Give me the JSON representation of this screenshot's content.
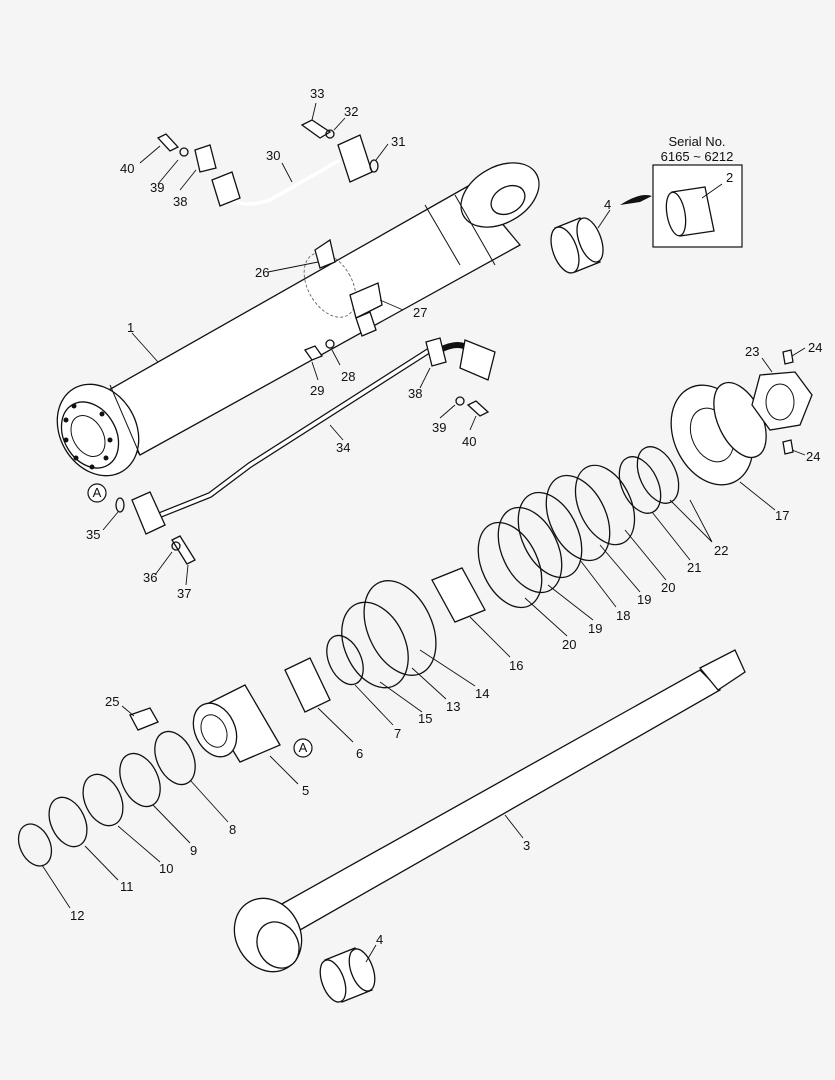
{
  "callouts": {
    "c1": "1",
    "c2": "2",
    "c3": "3",
    "c4a": "4",
    "c4b": "4",
    "c5": "5",
    "c6": "6",
    "c7": "7",
    "c8": "8",
    "c9": "9",
    "c10": "10",
    "c11": "11",
    "c12": "12",
    "c13": "13",
    "c14": "14",
    "c15": "15",
    "c16": "16",
    "c17": "17",
    "c18": "18",
    "c19a": "19",
    "c19b": "19",
    "c20a": "20",
    "c20b": "20",
    "c21": "21",
    "c22": "22",
    "c23": "23",
    "c24a": "24",
    "c24b": "24",
    "c25": "25",
    "c26": "26",
    "c27": "27",
    "c28": "28",
    "c29": "29",
    "c30": "30",
    "c31": "31",
    "c32": "32",
    "c33": "33",
    "c34": "34",
    "c35": "35",
    "c36": "36",
    "c37": "37",
    "c38a": "38",
    "c38b": "38",
    "c39a": "39",
    "c39b": "39",
    "c40a": "40",
    "c40b": "40"
  },
  "serial_box": {
    "title": "Serial No.",
    "range": "6165 ~ 6212",
    "part": "2"
  },
  "ref_marks": {
    "a1": "A",
    "a2": "A"
  }
}
